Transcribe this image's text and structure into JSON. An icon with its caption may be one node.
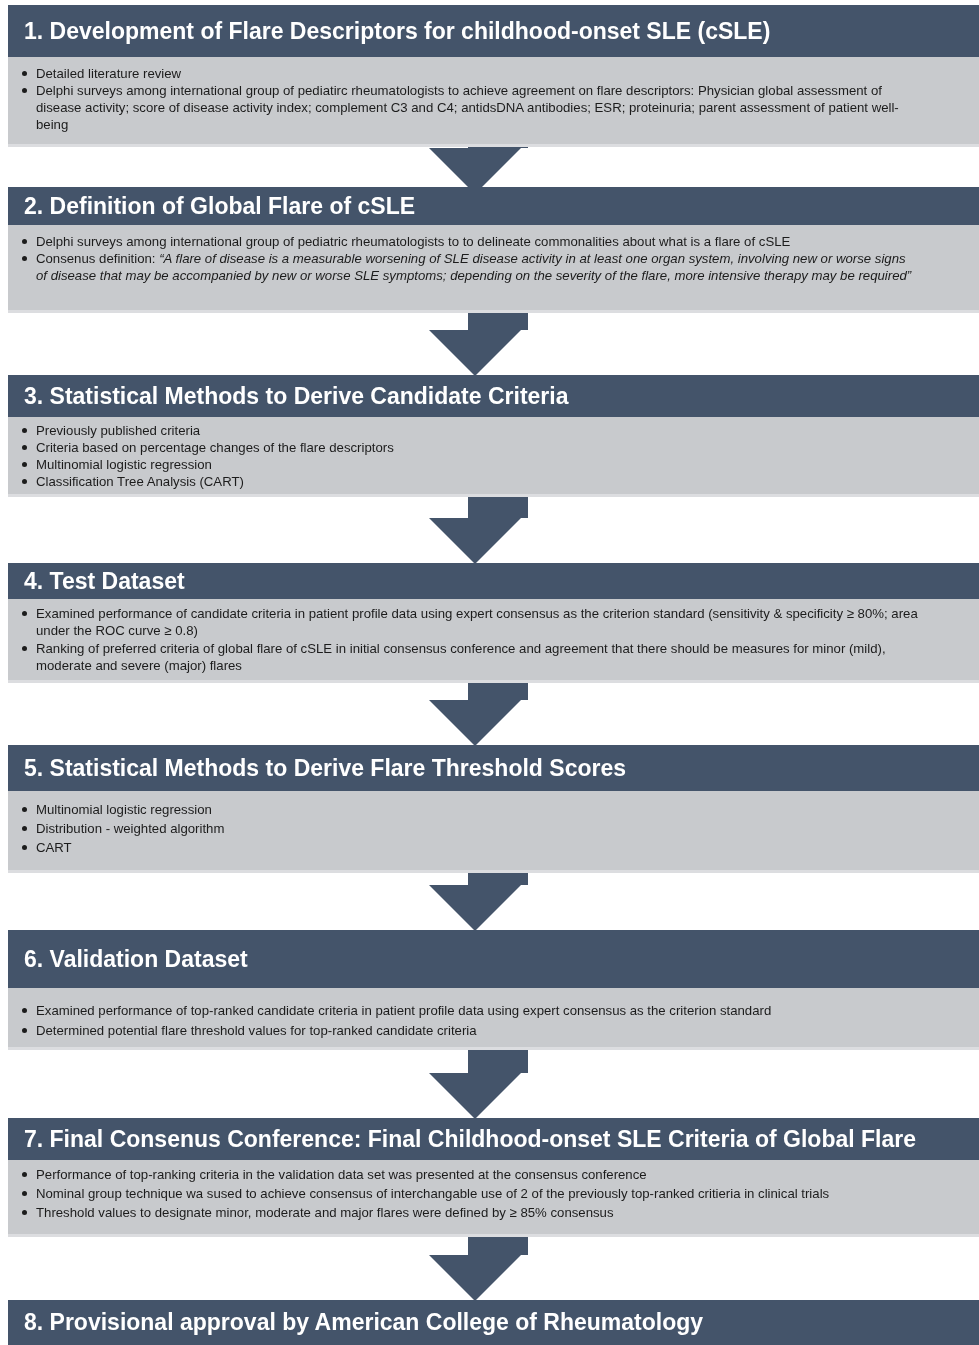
{
  "diagram": {
    "nodes": [
      {
        "text": [
          "1. Development of Flare Descriptors for childhood-onset SLE  (cSLE)",
          "Detailed literature review",
          "Delphi surveys among international group of pediatirc rheumatologists  to achieve agreement on flare descriptors: Physician global assessment of disease activity; score of disease activity index; complement C3 and C4; antidsDNA antibodies; ESR; proteinuria; parent assessment of patient well-being"
        ]
      },
      {
        "text": [
          "2. Definition of Global Flare of  cSLE",
          "Delphi surveys among international group of pediatric rheumatologists  to  to delineate commonalities about  what is a flare of cSLE",
          "Consenus definition: *“A flare of disease is a measurable worsening of SLE disease activity in at least one organ  system, involving new or worse signs of disease that may be accompanied by new or worse SLE symptoms; depending on the severity of the flare, more intensive therapy may be required”*"
        ]
      },
      {
        "text": [
          "3. Statistical Methods to Derive Candidate Criteria",
          "Previously published criteria",
          "Criteria based on percentage changes of the flare descriptors",
          "Multinomial logistic regression",
          "Classification Tree Analysis (CART)"
        ]
      },
      {
        "text": [
          "4. Test Dataset",
          "Examined performance of candidate criteria in patient profile data using expert consensus as the criterion standard (sensitivity & specificity ≥ 80%; area under the ROC curve ≥ 0.8)",
          "Ranking of preferred criteria of global flare of cSLE in initial consensus conference and agreement that there should be measures for minor (mild), moderate and severe (major) flares"
        ]
      },
      {
        "text": [
          "5. Statistical Methods to Derive Flare Threshold Scores",
          "Multinomial logistic regression",
          "Distribution - weighted algorithm",
          "CART"
        ]
      },
      {
        "text": [
          "6. Validation Dataset",
          "Examined performance of top-ranked candidate criteria in patient profile data using expert consensus as the criterion standard",
          "Determined potential flare threshold values for top-ranked candidate criteria"
        ]
      },
      {
        "text": [
          "7. Final Consenus Conference: Final Childhood-onset SLE Criteria of Global Flare",
          "Performance of top-ranking criteria in the validation data set was presented at the consensus conference",
          "Nominal group technique wa sused to achieve consensus of interchangable use of 2 of the previously  top-ranked critieria in clinical trials",
          "Threshold values to designate minor, moderate and major flares were defined by  ≥ 85% consensus"
        ]
      },
      {
        "text": [
          "8. Provisional approval by American College of Rheumatology"
        ]
      }
    ],
    "edges": [
      {
        "from": 0,
        "to": 1,
        "arrow": "to"
      },
      {
        "from": 1,
        "to": 2,
        "arrow": "to"
      },
      {
        "from": 2,
        "to": 3,
        "arrow": "to"
      },
      {
        "from": 3,
        "to": 4,
        "arrow": "to"
      },
      {
        "from": 4,
        "to": 5,
        "arrow": "to"
      },
      {
        "from": 5,
        "to": 6,
        "arrow": "to"
      },
      {
        "from": 6,
        "to": 7,
        "arrow": "to"
      }
    ]
  }
}
